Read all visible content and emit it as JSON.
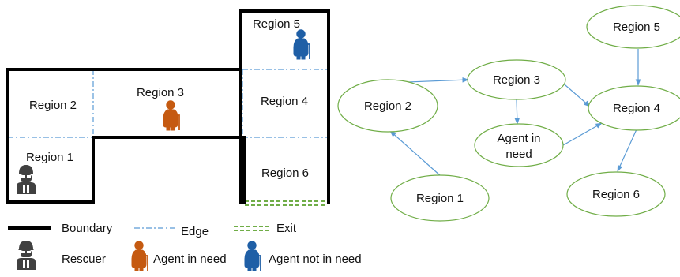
{
  "floorplan": {
    "regions": [
      {
        "id": "region1",
        "label": "Region 1"
      },
      {
        "id": "region2",
        "label": "Region 2"
      },
      {
        "id": "region3",
        "label": "Region 3"
      },
      {
        "id": "region4",
        "label": "Region 4"
      },
      {
        "id": "region5",
        "label": "Region 5"
      },
      {
        "id": "region6",
        "label": "Region 6"
      }
    ],
    "occupants": [
      {
        "region": "region5",
        "type": "agent-not-in-need"
      },
      {
        "region": "region3",
        "type": "agent-in-need"
      },
      {
        "region": "region1",
        "type": "rescuer"
      }
    ]
  },
  "graph": {
    "nodes": [
      {
        "id": "region5",
        "label": "Region 5"
      },
      {
        "id": "region3",
        "label": "Region 3"
      },
      {
        "id": "region2",
        "label": "Region 2"
      },
      {
        "id": "region4",
        "label": "Region 4"
      },
      {
        "id": "agent",
        "label_line1": "Agent in",
        "label_line2": "need"
      },
      {
        "id": "region1",
        "label": "Region 1"
      },
      {
        "id": "region6",
        "label": "Region 6"
      }
    ],
    "edges": [
      {
        "from": "region1",
        "to": "region2"
      },
      {
        "from": "region2",
        "to": "region3"
      },
      {
        "from": "region3",
        "to": "region4"
      },
      {
        "from": "region3",
        "to": "agent"
      },
      {
        "from": "agent",
        "to": "region4"
      },
      {
        "from": "region5",
        "to": "region4"
      },
      {
        "from": "region4",
        "to": "region6"
      }
    ]
  },
  "legend": {
    "boundary": "Boundary",
    "edge": "Edge",
    "exit": "Exit",
    "rescuer": "Rescuer",
    "agent_in_need": "Agent in need",
    "agent_not_in_need": "Agent not in need"
  },
  "colors": {
    "boundary": "#000000",
    "edge": "#5b9bd5",
    "exit": "#70ad47",
    "node_stroke": "#70ad47",
    "arrow": "#5b9bd5",
    "agent_in_need": "#c55a11",
    "agent_not_in_need": "#1f5fa6",
    "rescuer": "#404040"
  },
  "icons": {
    "rescuer": "rescuer-icon",
    "agent_in_need": "agent-in-need-icon",
    "agent_not_in_need": "agent-not-in-need-icon"
  }
}
